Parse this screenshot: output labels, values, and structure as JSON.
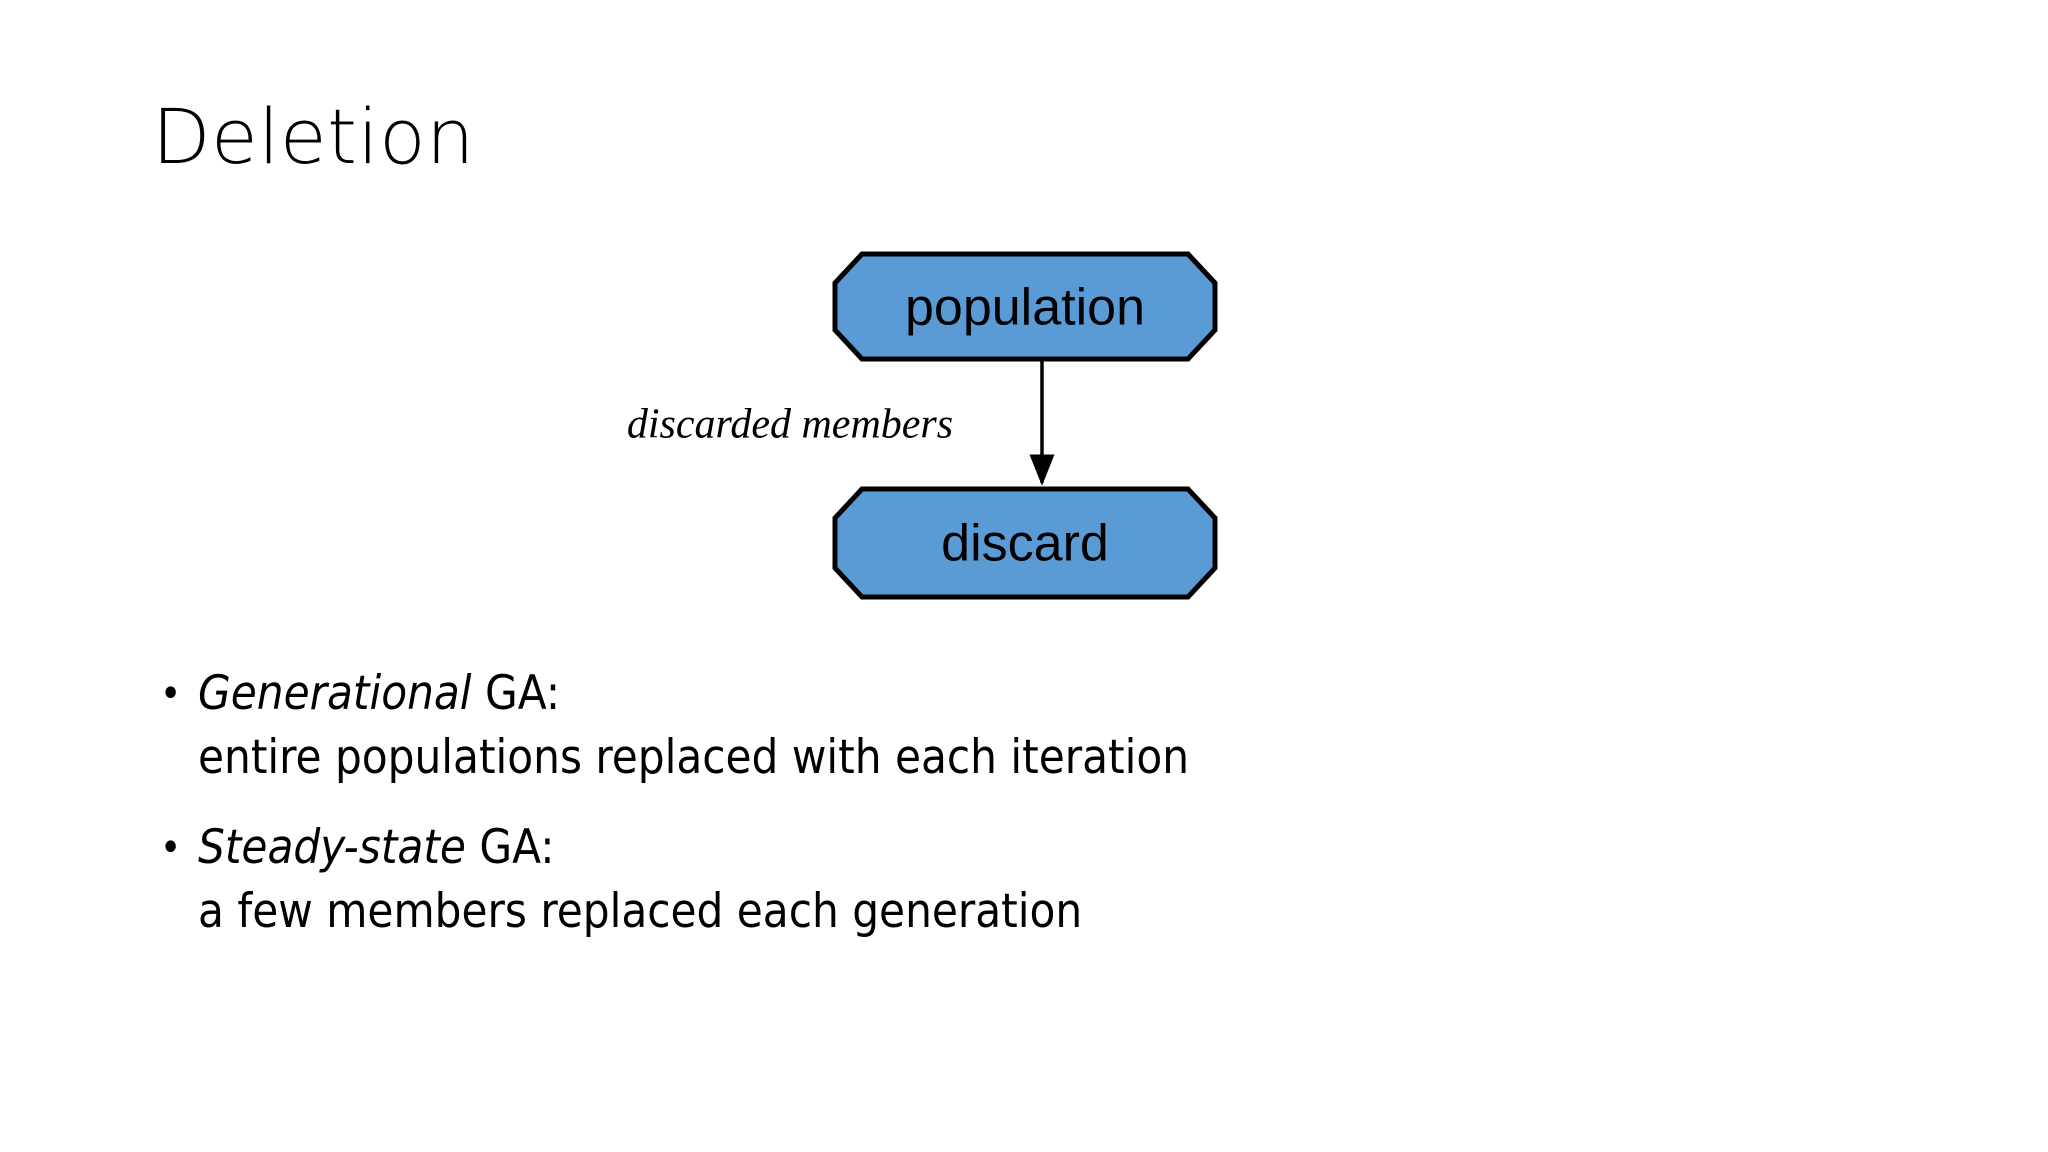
{
  "slide": {
    "title": "Deletion",
    "background_color": "#ffffff"
  },
  "diagram": {
    "node_fill_color": "#5b9bd5",
    "node_stroke_color": "#000000",
    "nodes": [
      {
        "id": "population",
        "label": "population",
        "shape": "octagon"
      },
      {
        "id": "discard",
        "label": "discard",
        "shape": "octagon"
      }
    ],
    "edges": [
      {
        "id": "population-to-discard",
        "from": "population",
        "to": "discard",
        "label": "discarded members",
        "arrowhead": "solid-triangle"
      }
    ]
  },
  "bullets": [
    {
      "marker": "•",
      "emphasis": "Generational",
      "head_rest": " GA:",
      "sub": "entire populations replaced with each iteration"
    },
    {
      "marker": "•",
      "emphasis": "Steady-state",
      "head_rest": " GA:",
      "sub": "a few members replaced each generation"
    }
  ]
}
